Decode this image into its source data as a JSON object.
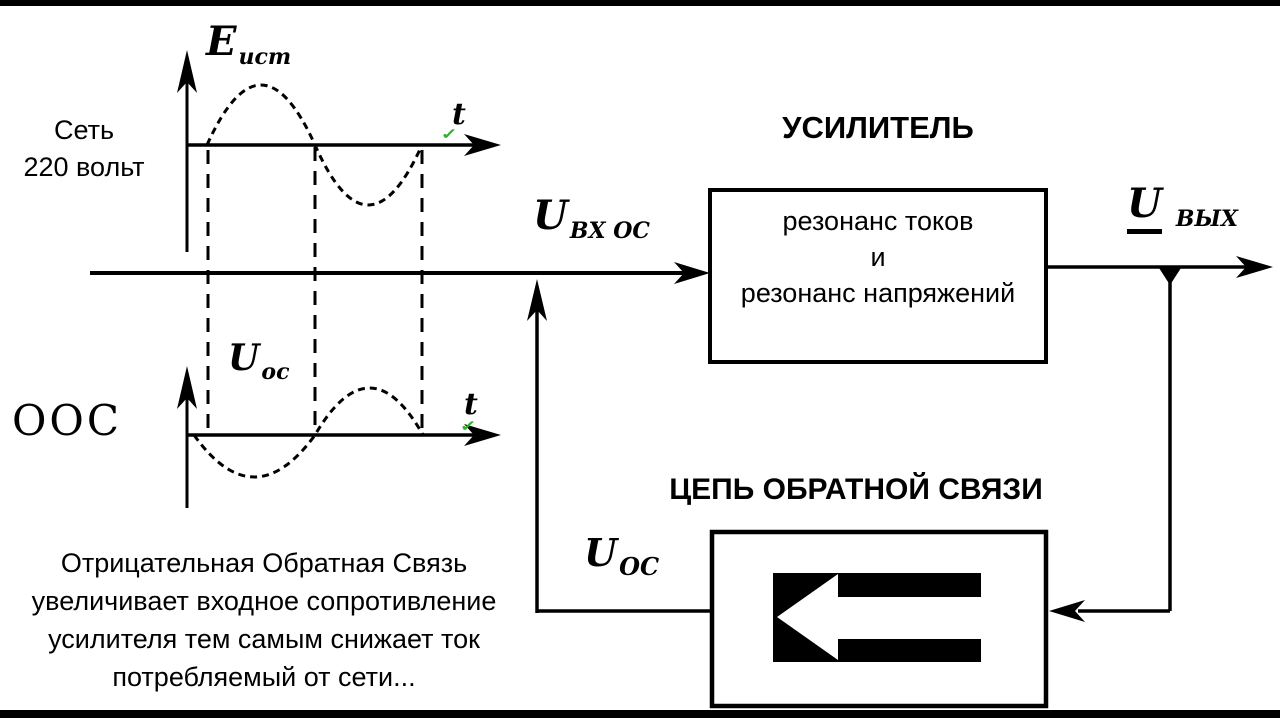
{
  "page": {
    "background": "#ffffff",
    "ink": "#000000",
    "accent_green": "#2db32d"
  },
  "mains": {
    "line1": "Сеть",
    "line2": "220 вольт"
  },
  "source_wave": {
    "symbol": "E",
    "subscript": "ист",
    "time_axis": "t",
    "check": "✓"
  },
  "feedback_wave": {
    "symbol": "U",
    "subscript": "ос",
    "time_axis": "t",
    "check": "✓",
    "tag": "ООС"
  },
  "input": {
    "symbol": "U",
    "subscript": "ВХ ОС"
  },
  "amplifier": {
    "title": "УСИЛИТЕЛЬ",
    "body_line1": "резонанс токов",
    "body_line2": "и",
    "body_line3": "резонанс напряжений"
  },
  "output": {
    "symbol": "U",
    "subscript": "ВЫХ"
  },
  "feedback": {
    "title": "ЦЕПЬ ОБРАТНОЙ СВЯЗИ",
    "signal_symbol": "U",
    "signal_subscript": "ОС"
  },
  "note": {
    "line1": "Отрицательная Обратная Связь",
    "line2": "увеличивает входное сопротивление",
    "line3": "усилителя тем самым снижает ток",
    "line4": "потребляемый от сети..."
  }
}
